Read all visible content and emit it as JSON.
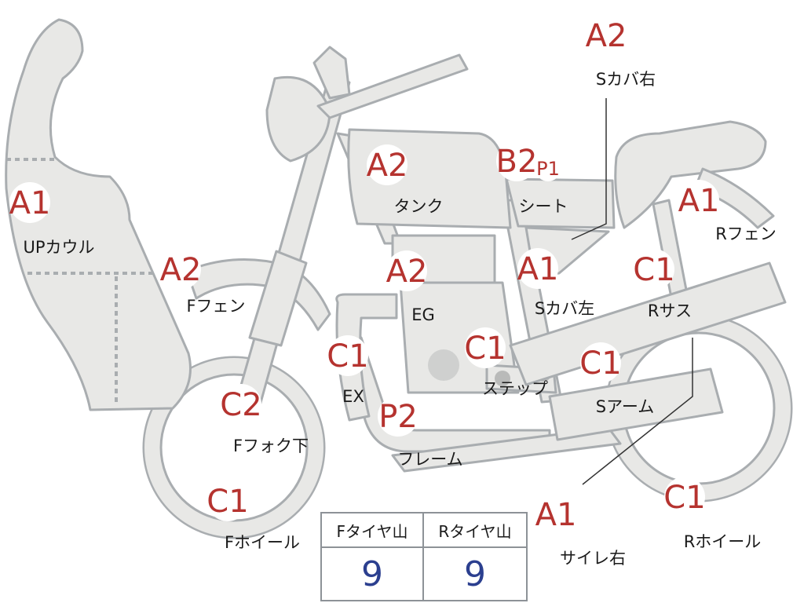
{
  "parts": [
    {
      "id": "up-cowl",
      "grade": "A1",
      "label": "UPカウル"
    },
    {
      "id": "front-fender",
      "grade": "A2",
      "label": "Fフェン"
    },
    {
      "id": "front-fork-lower",
      "grade": "C2",
      "label": "Fフォク下"
    },
    {
      "id": "front-wheel",
      "grade": "C1",
      "label": "Fホイール"
    },
    {
      "id": "tank",
      "grade": "A2",
      "label": "タンク"
    },
    {
      "id": "engine",
      "grade": "A2",
      "label": "EG"
    },
    {
      "id": "exhaust",
      "grade": "C1",
      "label": "EX"
    },
    {
      "id": "frame",
      "grade": "P2",
      "label": "フレーム"
    },
    {
      "id": "step",
      "grade": "C1",
      "label": "ステップ"
    },
    {
      "id": "seat",
      "grade": "B2",
      "extra": "P1",
      "label": "シート"
    },
    {
      "id": "side-cover-left",
      "grade": "A1",
      "label": "Sカバ左"
    },
    {
      "id": "side-cover-right",
      "grade": "A2",
      "label": "Sカバ右"
    },
    {
      "id": "rear-fender",
      "grade": "A1",
      "label": "Rフェン"
    },
    {
      "id": "rear-suspension",
      "grade": "C1",
      "label": "Rサス"
    },
    {
      "id": "swing-arm",
      "grade": "C1",
      "label": "Sアーム"
    },
    {
      "id": "silencer-right",
      "grade": "A1",
      "label": "サイレ右"
    },
    {
      "id": "rear-wheel",
      "grade": "C1",
      "label": "Rホイール"
    }
  ],
  "tire_tread": {
    "front_header": "Fタイヤ山",
    "rear_header": "Rタイヤ山",
    "front_value": "9",
    "rear_value": "9"
  },
  "colors": {
    "grade_text": "#b5332f",
    "tread_value": "#2b3f8f",
    "part_fill": "#e8e8e6",
    "part_outline": "#a9adb0"
  }
}
